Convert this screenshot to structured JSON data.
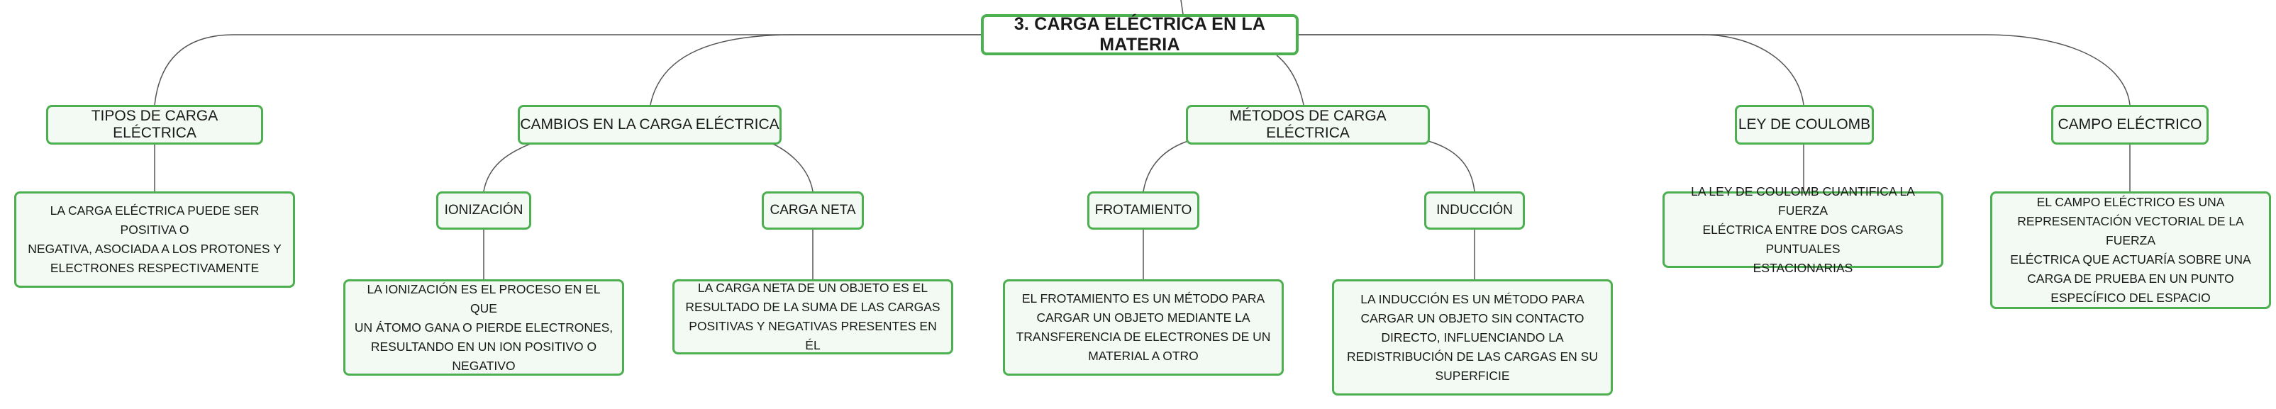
{
  "colors": {
    "border": "#4caf50",
    "fill": "#f3faf4",
    "line": "#555555",
    "text": "#1a1a1a"
  },
  "root": {
    "label": "3. CARGA ELÉCTRICA EN LA MATERIA"
  },
  "categories": [
    {
      "label": "TIPOS DE CARGA ELÉCTRICA"
    },
    {
      "label": "CAMBIOS EN LA CARGA ELÉCTRICA"
    },
    {
      "label": "MÉTODOS DE CARGA ELÉCTRICA"
    },
    {
      "label": "LEY DE COULOMB"
    },
    {
      "label": "CAMPO ELÉCTRICO"
    }
  ],
  "subtopics": [
    {
      "label": "IONIZACIÓN"
    },
    {
      "label": "CARGA NETA"
    },
    {
      "label": "FROTAMIENTO"
    },
    {
      "label": "INDUCCIÓN"
    }
  ],
  "descriptions": {
    "tipos": [
      "LA CARGA ELÉCTRICA PUEDE SER POSITIVA O",
      "NEGATIVA, ASOCIADA A LOS PROTONES Y",
      "ELECTRONES RESPECTIVAMENTE"
    ],
    "ionizacion": [
      "LA IONIZACIÓN ES EL PROCESO EN EL QUE",
      "UN ÁTOMO GANA O PIERDE ELECTRONES,",
      "RESULTANDO EN UN ION POSITIVO O",
      "NEGATIVO"
    ],
    "carga_neta": [
      "LA CARGA NETA DE UN OBJETO ES EL",
      "RESULTADO DE LA SUMA DE LAS CARGAS",
      "POSITIVAS Y NEGATIVAS PRESENTES EN ÉL"
    ],
    "frotamiento": [
      "EL FROTAMIENTO ES UN MÉTODO PARA",
      "CARGAR UN OBJETO MEDIANTE LA",
      "TRANSFERENCIA DE ELECTRONES DE UN",
      "MATERIAL A OTRO"
    ],
    "induccion": [
      "LA INDUCCIÓN ES UN MÉTODO PARA",
      "CARGAR UN OBJETO SIN CONTACTO",
      "DIRECTO, INFLUENCIANDO LA",
      "REDISTRIBUCIÓN DE LAS CARGAS EN SU",
      "SUPERFICIE"
    ],
    "coulomb": [
      "LA LEY DE COULOMB CUANTIFICA LA FUERZA",
      "ELÉCTRICA ENTRE DOS CARGAS PUNTUALES",
      "ESTACIONARIAS"
    ],
    "campo": [
      "EL CAMPO ELÉCTRICO ES UNA",
      "REPRESENTACIÓN VECTORIAL DE LA FUERZA",
      "ELÉCTRICA QUE ACTUARÍA SOBRE UNA",
      "CARGA DE PRUEBA EN UN PUNTO",
      "ESPECÍFICO DEL ESPACIO"
    ]
  }
}
